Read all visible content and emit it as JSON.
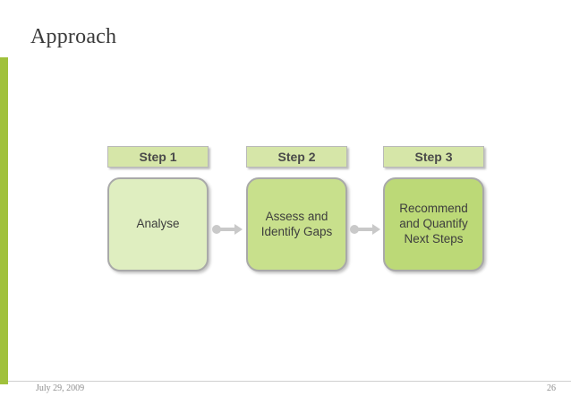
{
  "slide": {
    "title": "Approach",
    "accent_color": "#a0c13c",
    "footer": {
      "date": "July 29, 2009",
      "page_number": "26"
    }
  },
  "diagram": {
    "steps": [
      {
        "header": "Step 1",
        "body": "Analyse",
        "fill": "#dfeec0"
      },
      {
        "header": "Step 2",
        "body": "Assess and Identify Gaps",
        "fill": "#c8e08c"
      },
      {
        "header": "Step 3",
        "body": "Recommend and Quantify Next Steps",
        "fill": "#bcd977"
      }
    ]
  }
}
